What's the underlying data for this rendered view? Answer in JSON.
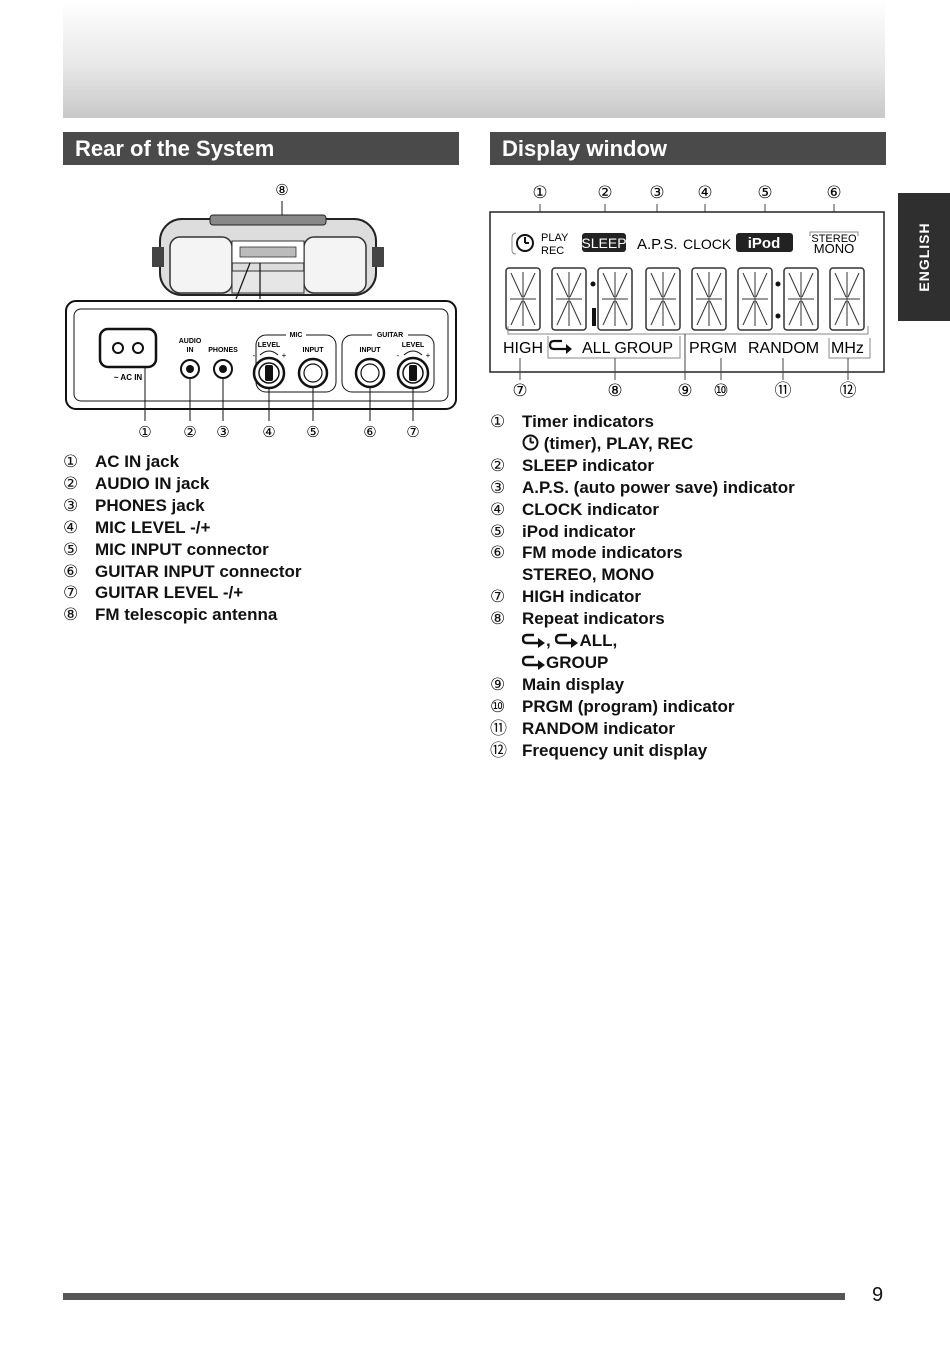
{
  "sections": {
    "rear_title": "Rear of the System",
    "display_title": "Display window"
  },
  "language_tab": "ENGLISH",
  "rear_panel": {
    "ac_in": "~ AC IN",
    "audio": "AUDIO",
    "in": "IN",
    "phones": "PHONES",
    "mic": "MIC",
    "guitar": "GUITAR",
    "level": "LEVEL",
    "input": "INPUT",
    "minus": "-",
    "plus": "+",
    "callouts": [
      "①",
      "②",
      "③",
      "④",
      "⑤",
      "⑥",
      "⑦",
      "⑧"
    ]
  },
  "rear_items": [
    {
      "num": "①",
      "text": "AC IN jack"
    },
    {
      "num": "②",
      "text": "AUDIO IN jack"
    },
    {
      "num": "③",
      "text": "PHONES jack"
    },
    {
      "num": "④",
      "text": "MIC LEVEL -/+"
    },
    {
      "num": "⑤",
      "text": "MIC INPUT connector"
    },
    {
      "num": "⑥",
      "text": "GUITAR INPUT connector"
    },
    {
      "num": "⑦",
      "text": "GUITAR LEVEL -/+"
    },
    {
      "num": "⑧",
      "text": "FM telescopic antenna"
    }
  ],
  "display_panel": {
    "play": "PLAY",
    "rec": "REC",
    "sleep": "SLEEP",
    "aps": "A.P.S.",
    "clock": "CLOCK",
    "ipod": "iPod",
    "stereo": "STEREO",
    "mono": "MONO",
    "high": "HIGH",
    "all_group": "ALL GROUP",
    "prgm": "PRGM",
    "random": "RANDOM",
    "mhz": "MHz",
    "top_callouts": [
      "①",
      "②",
      "③",
      "④",
      "⑤",
      "⑥"
    ],
    "bottom_callouts": [
      "⑦",
      "⑧",
      "⑨",
      "⑩",
      "⑪",
      "⑫"
    ]
  },
  "display_items": [
    {
      "num": "①",
      "text": "Timer indicators",
      "sub": "(timer), PLAY, REC"
    },
    {
      "num": "②",
      "text": "SLEEP indicator"
    },
    {
      "num": "③",
      "text": "A.P.S. (auto power save) indicator"
    },
    {
      "num": "④",
      "text": "CLOCK indicator"
    },
    {
      "num": "⑤",
      "text": "iPod indicator"
    },
    {
      "num": "⑥",
      "text": "FM mode indicators",
      "sub": "STEREO, MONO"
    },
    {
      "num": "⑦",
      "text": "HIGH indicator"
    },
    {
      "num": "⑧",
      "text": "Repeat indicators",
      "sub": ", ",
      "sub2": "ALL,",
      "sub3": "GROUP"
    },
    {
      "num": "⑨",
      "text": "Main display"
    },
    {
      "num": "⑩",
      "text": "PRGM (program) indicator"
    },
    {
      "num": "⑪",
      "text": "RANDOM indicator"
    },
    {
      "num": "⑫",
      "text": "Frequency unit display"
    }
  ],
  "page_number": "9"
}
